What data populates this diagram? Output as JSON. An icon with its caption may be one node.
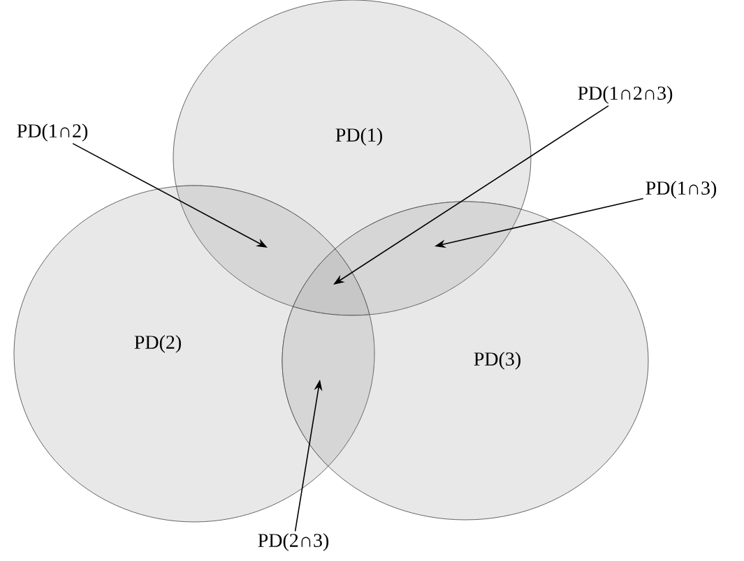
{
  "diagram": {
    "nodes": [
      {
        "text": [
          "PD(1)"
        ]
      },
      {
        "text": [
          "PD(2)"
        ]
      },
      {
        "text": [
          "PD(3)"
        ]
      },
      {
        "text": [
          "PD(1∩2)"
        ]
      },
      {
        "text": [
          "PD(1∩2∩3)"
        ]
      },
      {
        "text": [
          "PD(1∩3)"
        ]
      },
      {
        "text": [
          "PD(2∩3)"
        ]
      },
      {
        "text": [],
        "shape": "region"
      },
      {
        "text": [],
        "shape": "region"
      },
      {
        "text": [],
        "shape": "region"
      },
      {
        "text": [],
        "shape": "region"
      }
    ],
    "edges": [
      {
        "from": 3,
        "to": 7,
        "arrow": "to"
      },
      {
        "from": 4,
        "to": 9,
        "arrow": "to"
      },
      {
        "from": 5,
        "to": 8,
        "arrow": "to"
      },
      {
        "from": 6,
        "to": 10,
        "arrow": "to"
      }
    ]
  }
}
